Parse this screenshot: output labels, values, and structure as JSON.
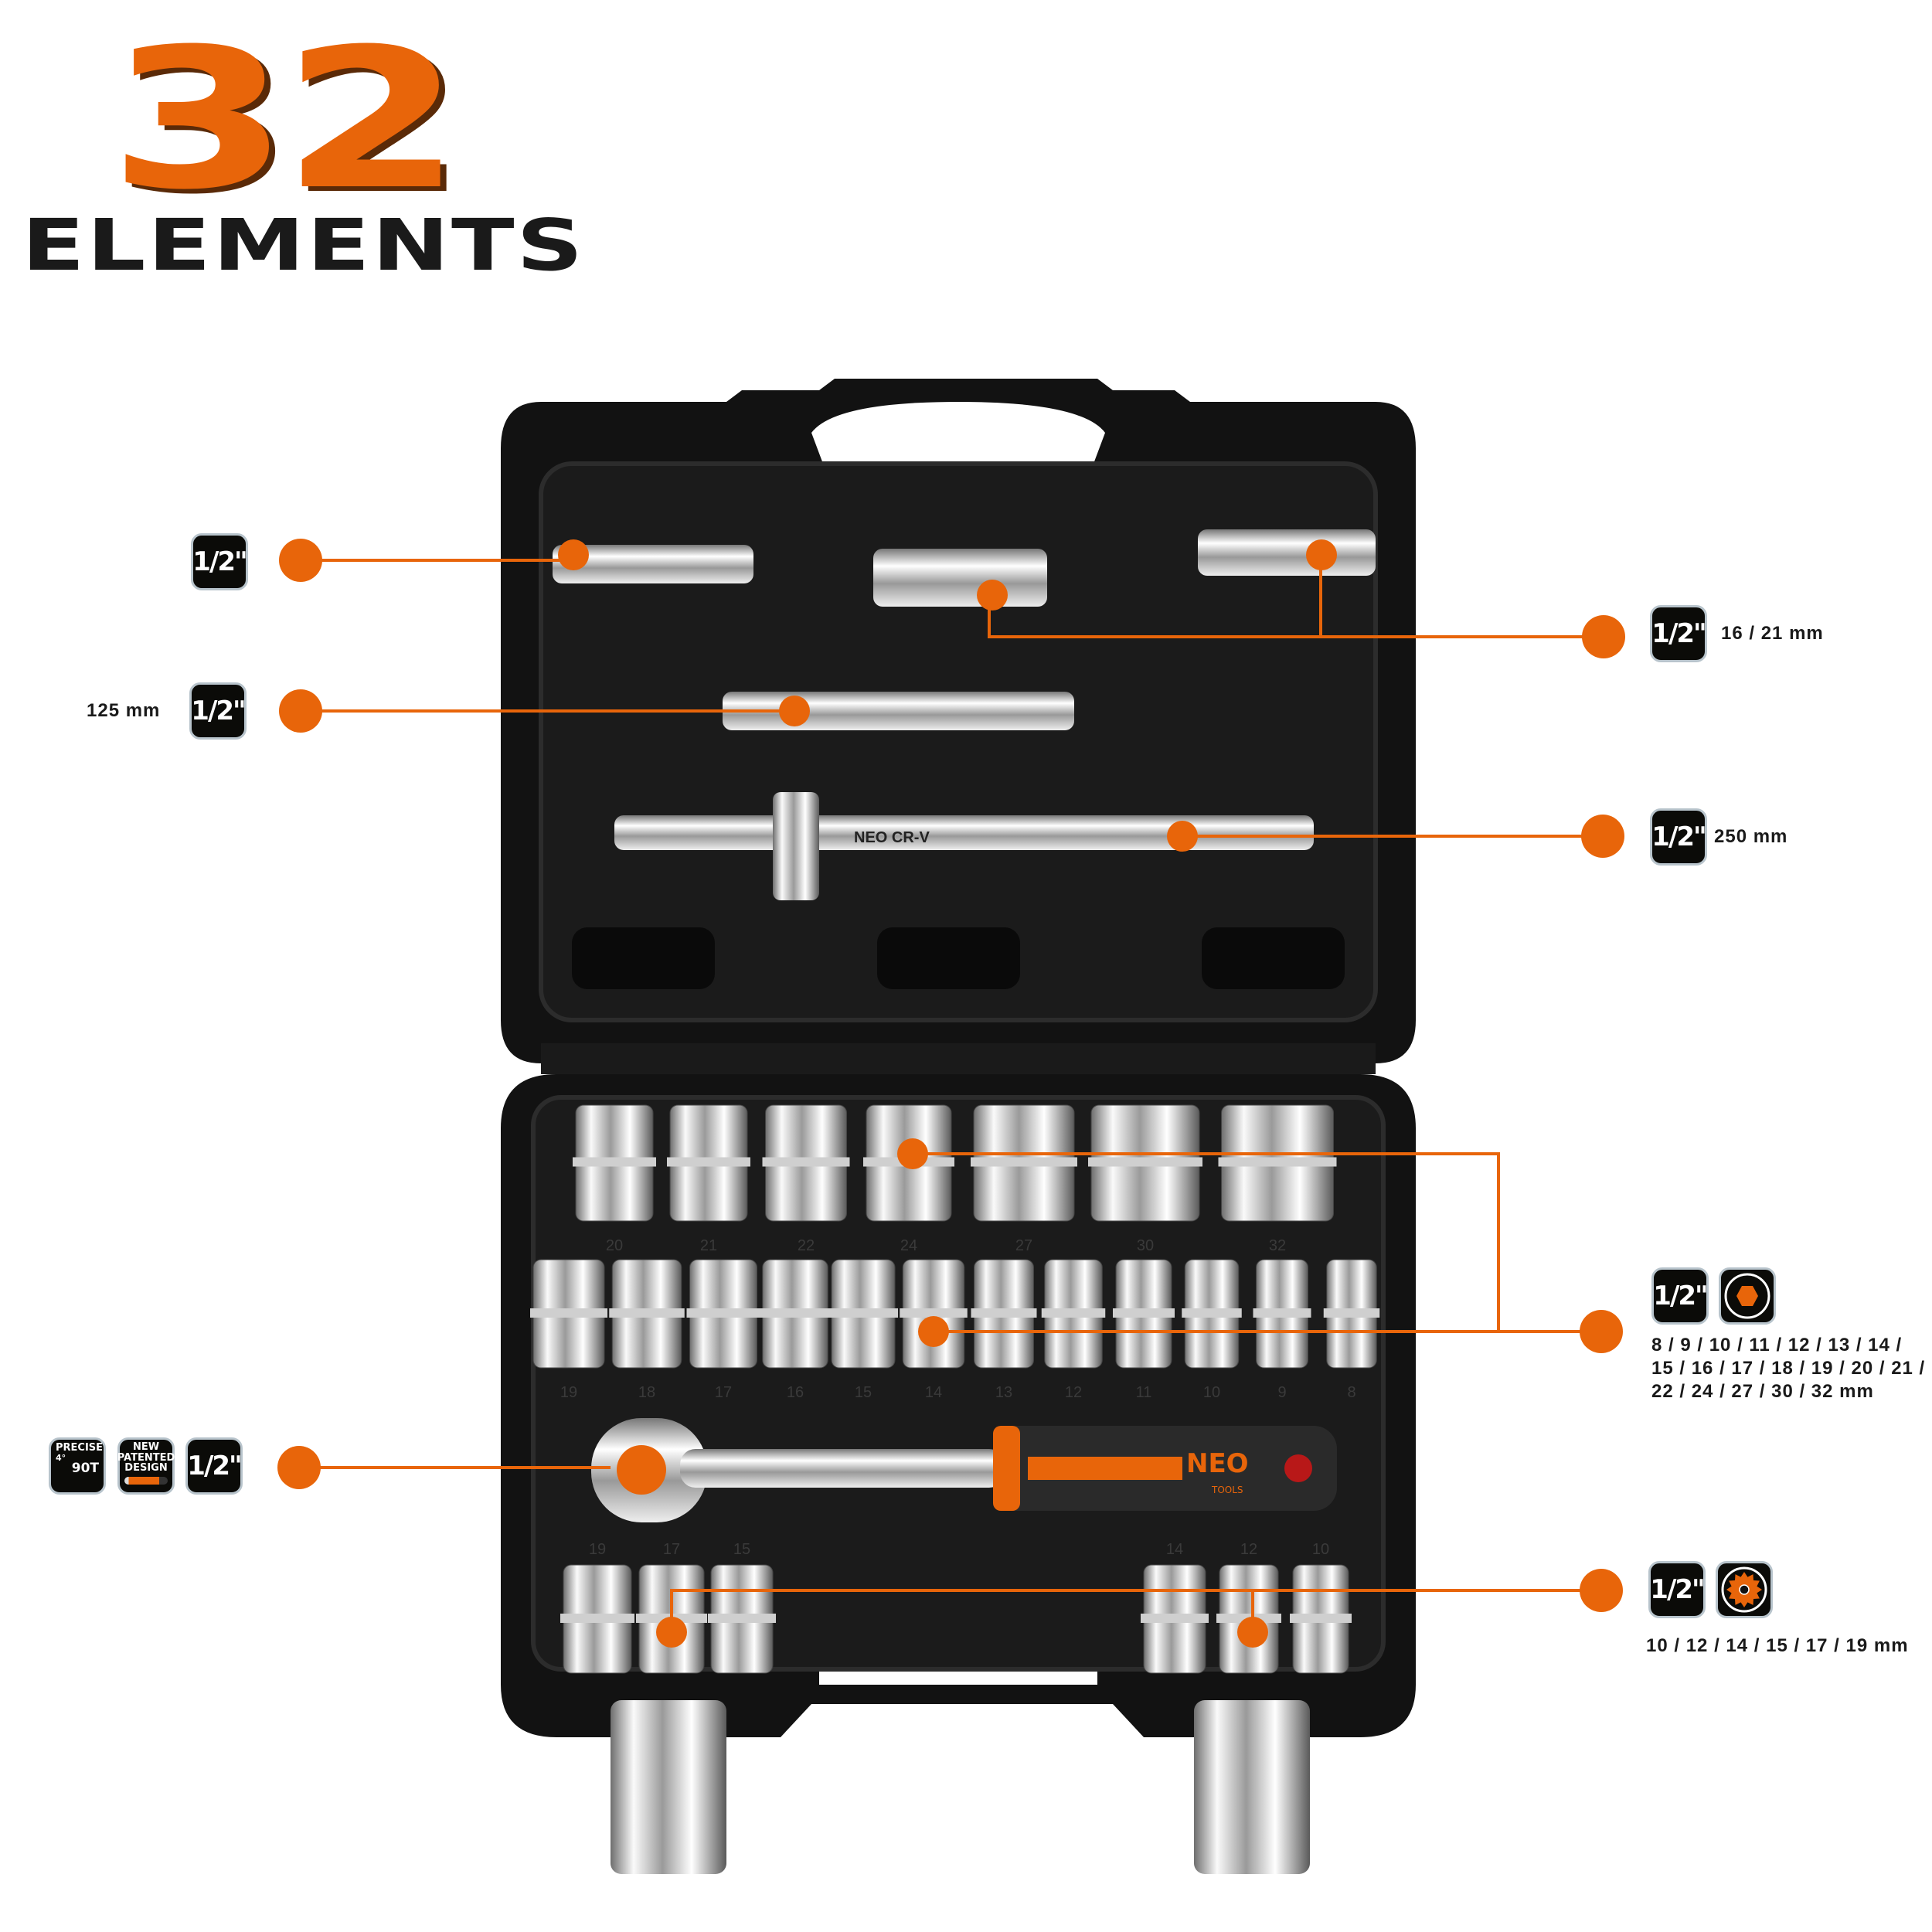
{
  "header": {
    "count": "32",
    "label": "ELEMENTS"
  },
  "callouts": {
    "ujoint": {
      "drive": "1/2\""
    },
    "ext125": {
      "length": "125 mm",
      "drive": "1/2\""
    },
    "deep": {
      "drive": "1/2\"",
      "sizes": "16 / 21 mm"
    },
    "tbar": {
      "drive": "1/2\"",
      "length": "250 mm"
    },
    "hex": {
      "drive": "1/2\"",
      "icon": "hexagon-socket-icon",
      "sizes_lines": [
        "8 / 9 / 10 / 11 / 12 / 13 / 14 /",
        "15 / 16 / 17 / 18 / 19 / 20 / 21 /",
        "22 / 24 / 27 / 30 / 32 mm"
      ]
    },
    "ratchet": {
      "precise_title": "PRECISE",
      "precise_angle": "4°",
      "precise_teeth": "90T",
      "patent_lines": [
        "NEW",
        "PATENTED",
        "DESIGN"
      ],
      "drive": "1/2\""
    },
    "bihex": {
      "drive": "1/2\"",
      "icon": "12-point-socket-icon",
      "sizes": "10 / 12 / 14 / 15 / 17 / 19 mm"
    }
  },
  "case": {
    "brand": "NEO",
    "brand_sub": "TOOLS",
    "bar_marking": "NEO CR-V",
    "row_top": [
      "20",
      "21",
      "22",
      "24",
      "27",
      "30",
      "32"
    ],
    "row_middle": [
      "19",
      "18",
      "17",
      "16",
      "15",
      "14",
      "13",
      "12",
      "11",
      "10",
      "9",
      "8"
    ],
    "row_bottom_left": [
      "19",
      "17",
      "15"
    ],
    "row_bottom_right": [
      "14",
      "12",
      "10"
    ]
  },
  "colors": {
    "accent": "#e8650a",
    "case": "#111111",
    "badge": "#0b0b08"
  }
}
